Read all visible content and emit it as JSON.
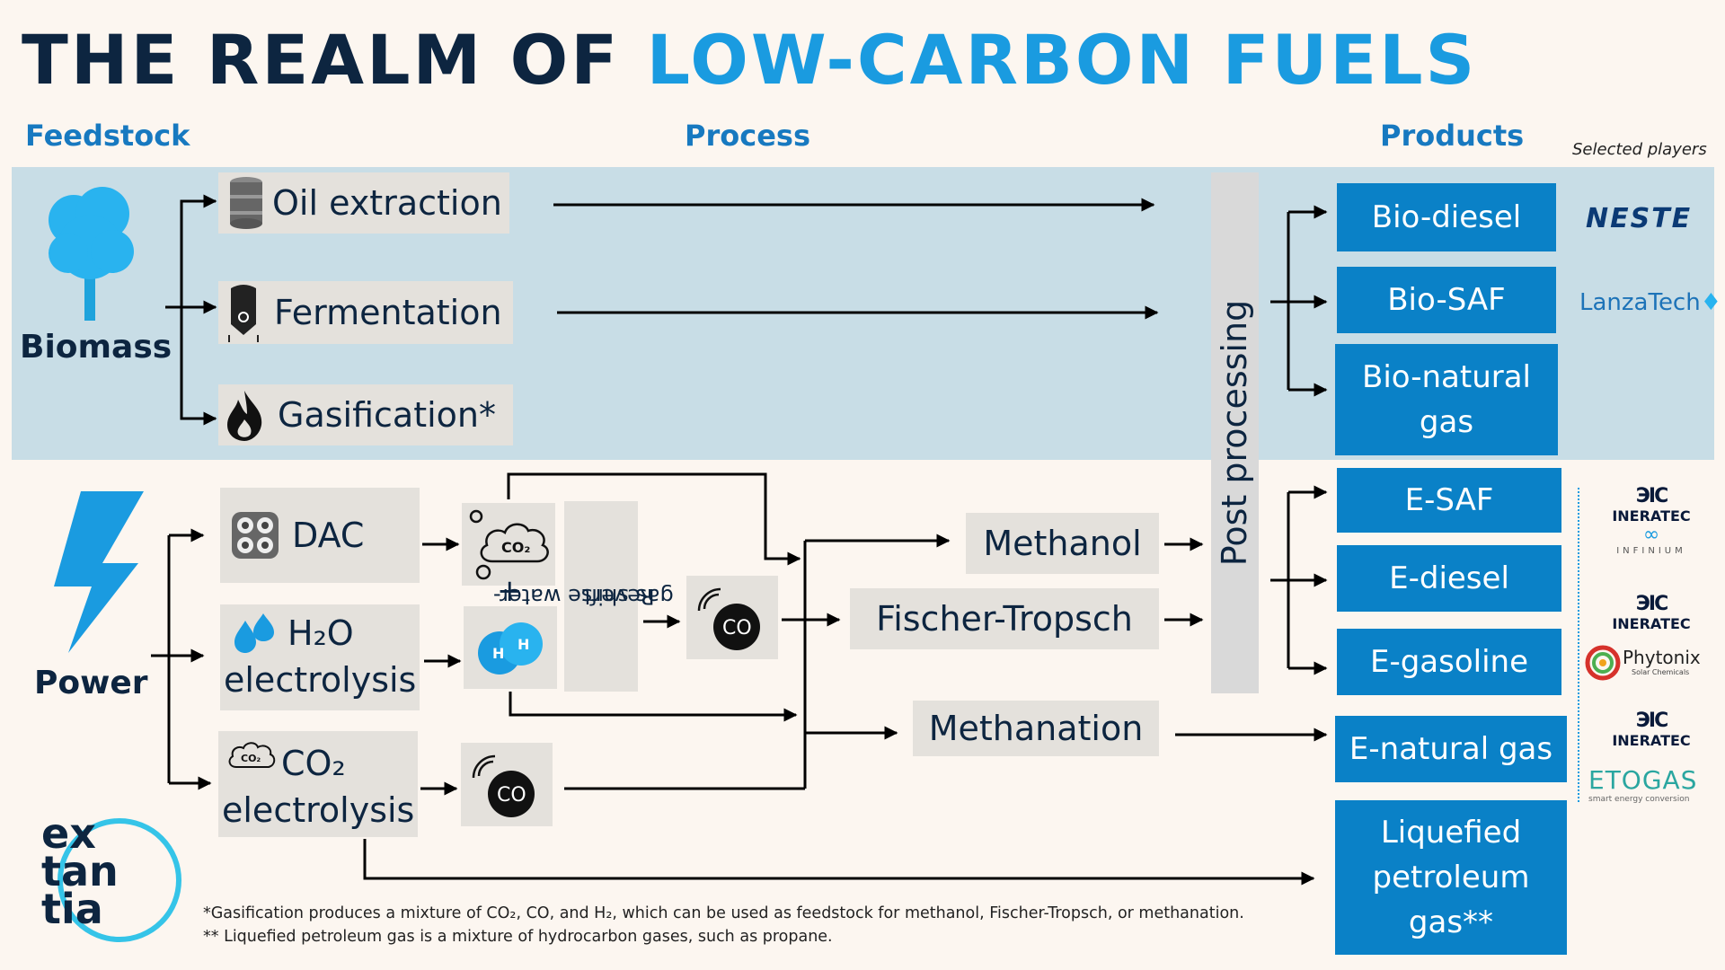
{
  "title": {
    "part1": "THE REALM OF ",
    "part2": "LOW-CARBON FUELS"
  },
  "headers": {
    "feedstock": "Feedstock",
    "process": "Process",
    "products": "Products",
    "selected_players": "Selected players"
  },
  "feedstock": {
    "biomass": "Biomass",
    "power": "Power"
  },
  "biomass_processes": {
    "oil_extraction": "Oil extraction",
    "fermentation": "Fermentation",
    "gasification": "Gasification*"
  },
  "power_processes": {
    "dac": "DAC",
    "h2o_line1": "H₂O",
    "h2o_line2": "electrolysis",
    "co2_line1": "CO₂",
    "co2_line2": "electrolysis"
  },
  "intermediates": {
    "co2_bubble": "CO₂",
    "plus": "+",
    "h_atom": "H",
    "rwgs_line1": "Reverse water-",
    "rwgs_line2": "gas shift",
    "co_label": "CO",
    "co_label_2": "CO"
  },
  "synthesis": {
    "methanol": "Methanol",
    "fischer_tropsch": "Fischer-Tropsch",
    "methanation": "Methanation"
  },
  "post_processing": "Post processing",
  "products": {
    "bio_diesel": "Bio-diesel",
    "bio_saf": "Bio-SAF",
    "bio_natural_gas_1": "Bio-natural",
    "bio_natural_gas_2": "gas",
    "e_saf": "E-SAF",
    "e_diesel": "E-diesel",
    "e_gasoline": "E-gasoline",
    "e_natural_gas": "E-natural gas",
    "lpg_1": "Liquefied",
    "lpg_2": "petroleum",
    "lpg_3": "gas**"
  },
  "players": {
    "neste": "NESTE",
    "lanzatech": "LanzaTech",
    "ineratec_1": "INERATEC",
    "infinium": "INFINIUM",
    "ineratec_2": "INERATEC",
    "phytonix": "Phytonix",
    "phytonix_sub": "Solar Chemicals",
    "ineratec_3": "INERATEC",
    "etogas": "ETOGAS",
    "etogas_sub": "smart energy conversion"
  },
  "brand": {
    "line1": "ex",
    "line2": "tan",
    "line3": "tia"
  },
  "footnotes": {
    "note1": "*Gasification produces a mixture of CO₂, CO, and H₂, which can be used as feedstock for methanol, Fischer-Tropsch, or methanation.",
    "note2": "** Liquefied petroleum gas is a mixture of hydrocarbon gases, such as propane."
  },
  "colors": {
    "navy": "#0d2540",
    "accent": "#1a9be0",
    "product_blue": "#0a81c7",
    "band": "#c8dde6",
    "box_grey": "#e4e1dc"
  }
}
